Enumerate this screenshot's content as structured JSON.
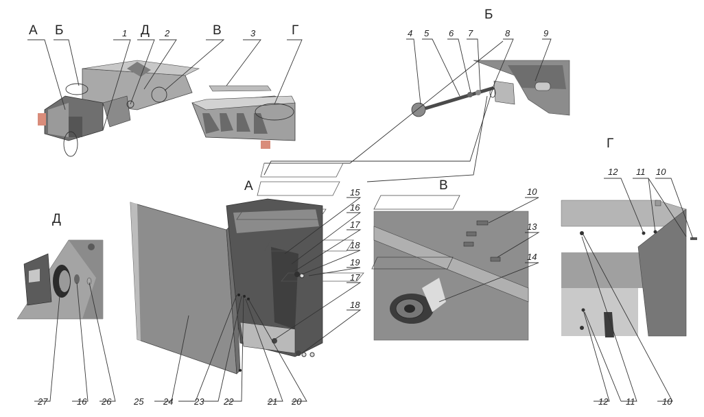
{
  "view_labels": {
    "A_top": "А",
    "B_top": "Б",
    "D_top": "Д",
    "V_top": "В",
    "G_top": "Г",
    "B_detail": "Б",
    "A_main": "А",
    "V_detail": "В",
    "D_detail": "Д",
    "G_detail": "Г"
  },
  "callouts": {
    "c1": "1",
    "c2": "2",
    "c3": "3",
    "c4": "4",
    "c5": "5",
    "c6": "6",
    "c7": "7",
    "c8": "8",
    "c9": "9",
    "c10a": "10",
    "c13": "13",
    "c14": "14",
    "c12a": "12",
    "c11a": "11",
    "c10b": "10",
    "c12b": "12",
    "c11b": "11",
    "c10c": "10",
    "c15": "15",
    "c16a": "16",
    "c17a": "17",
    "c18a": "18",
    "c19": "19",
    "c17b": "17",
    "c18b": "18",
    "c27": "27",
    "c16b": "16",
    "c26": "26",
    "c25": "25",
    "c24": "24",
    "c23": "23",
    "c22": "22",
    "c21": "21",
    "c20": "20"
  }
}
